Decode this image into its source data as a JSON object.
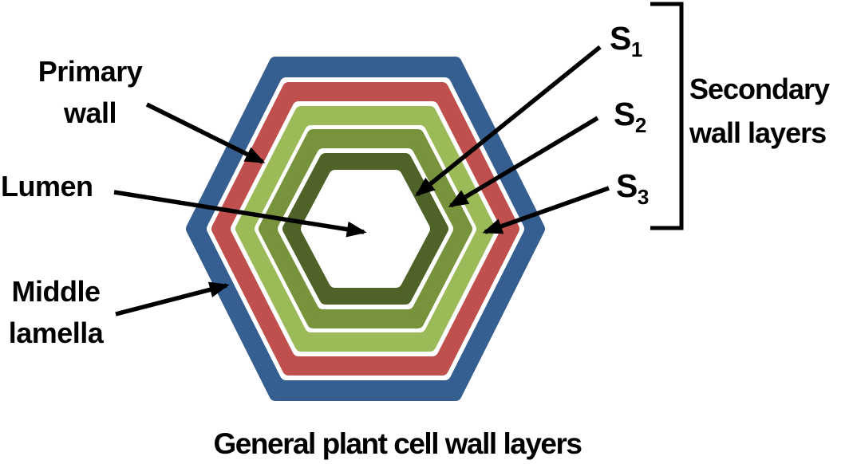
{
  "title": {
    "text": "General plant cell wall layers"
  },
  "labels": {
    "primary_wall": {
      "line1": "Primary",
      "line2": "wall"
    },
    "lumen": {
      "text": "Lumen"
    },
    "middle_lamella": {
      "line1": "Middle",
      "line2": "lamella"
    },
    "s1": {
      "base": "S",
      "sub": "1"
    },
    "s2": {
      "base": "S",
      "sub": "2"
    },
    "s3": {
      "base": "S",
      "sub": "3"
    },
    "secondary_group": {
      "line1": "Secondary",
      "line2": "wall layers"
    }
  },
  "layers": [
    {
      "id": "middle-lamella",
      "label": "Middle lamella",
      "color": "#365F91",
      "position": "outermost ring"
    },
    {
      "id": "primary-wall",
      "label": "Primary wall",
      "color": "#C0504D",
      "position": "ring 2"
    },
    {
      "id": "s3",
      "label": "S3",
      "color": "#9BBB59",
      "position": "ring 3",
      "group": "Secondary wall layers"
    },
    {
      "id": "s2",
      "label": "S2",
      "color": "#77933C",
      "position": "ring 4",
      "group": "Secondary wall layers"
    },
    {
      "id": "s1",
      "label": "S1",
      "color": "#4F6228",
      "position": "ring 5 (innermost ring)",
      "group": "Secondary wall layers"
    },
    {
      "id": "lumen",
      "label": "Lumen",
      "color": "#FFFFFF",
      "position": "center"
    }
  ],
  "colors": {
    "background": "#FFFFFF",
    "gap": "#FFFFFF",
    "line": "#000000",
    "text": "#000000"
  }
}
